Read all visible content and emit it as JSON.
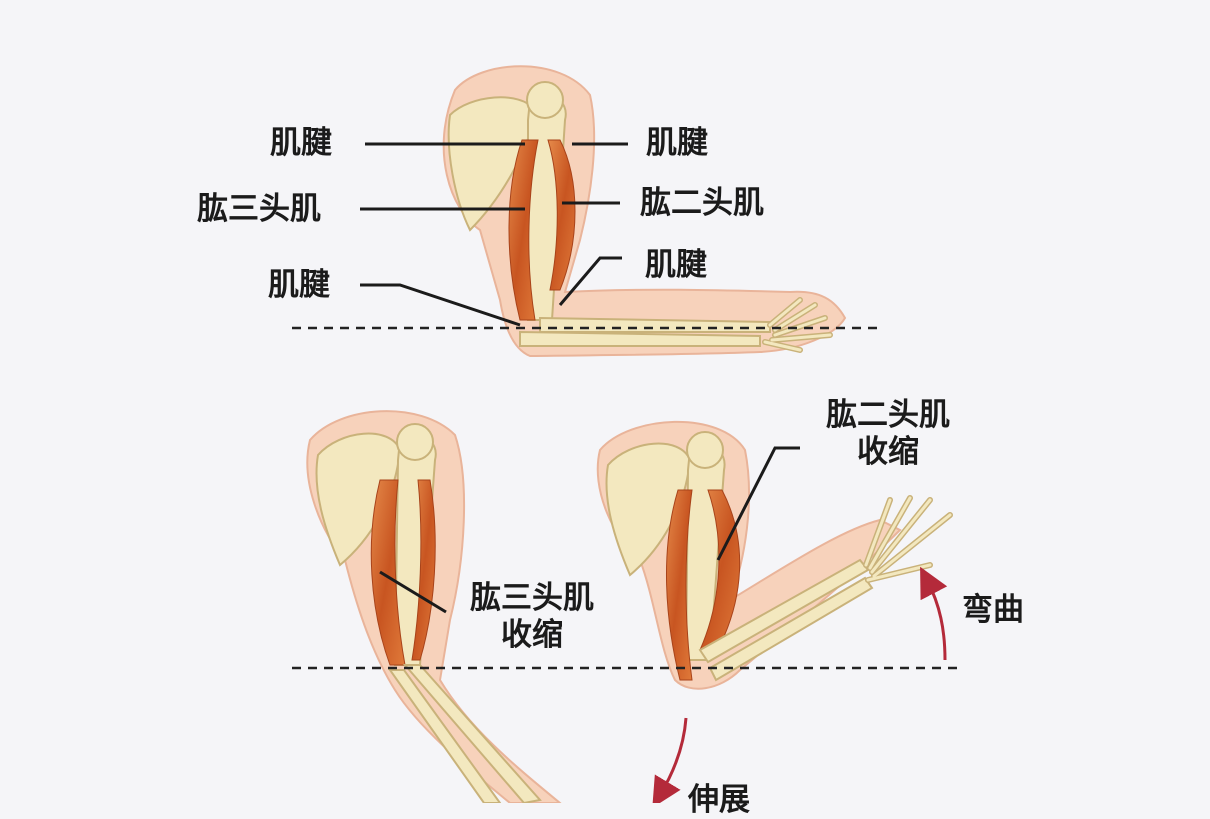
{
  "colors": {
    "background": "#f5f5f8",
    "skin": "#f7d2bb",
    "skin_outline": "#e9b49a",
    "bone": "#f3e8bf",
    "bone_outline": "#c9b27a",
    "muscle": "#c85521",
    "muscle_light": "#e58a4a",
    "arrow": "#b42a3a",
    "text": "#1b1b1b"
  },
  "labels": {
    "top_tendon_left_upper": "肌腱",
    "top_tendon_right_upper": "肌腱",
    "top_triceps": "肱三头肌",
    "top_biceps": "肱二头肌",
    "top_tendon_left_lower": "肌腱",
    "top_tendon_right_lower": "肌腱",
    "biceps_contract_line1": "肱二头肌",
    "biceps_contract_line2": "收缩",
    "triceps_contract_line1": "肱三头肌",
    "triceps_contract_line2": "收缩",
    "flex": "弯曲",
    "extend": "伸展"
  }
}
